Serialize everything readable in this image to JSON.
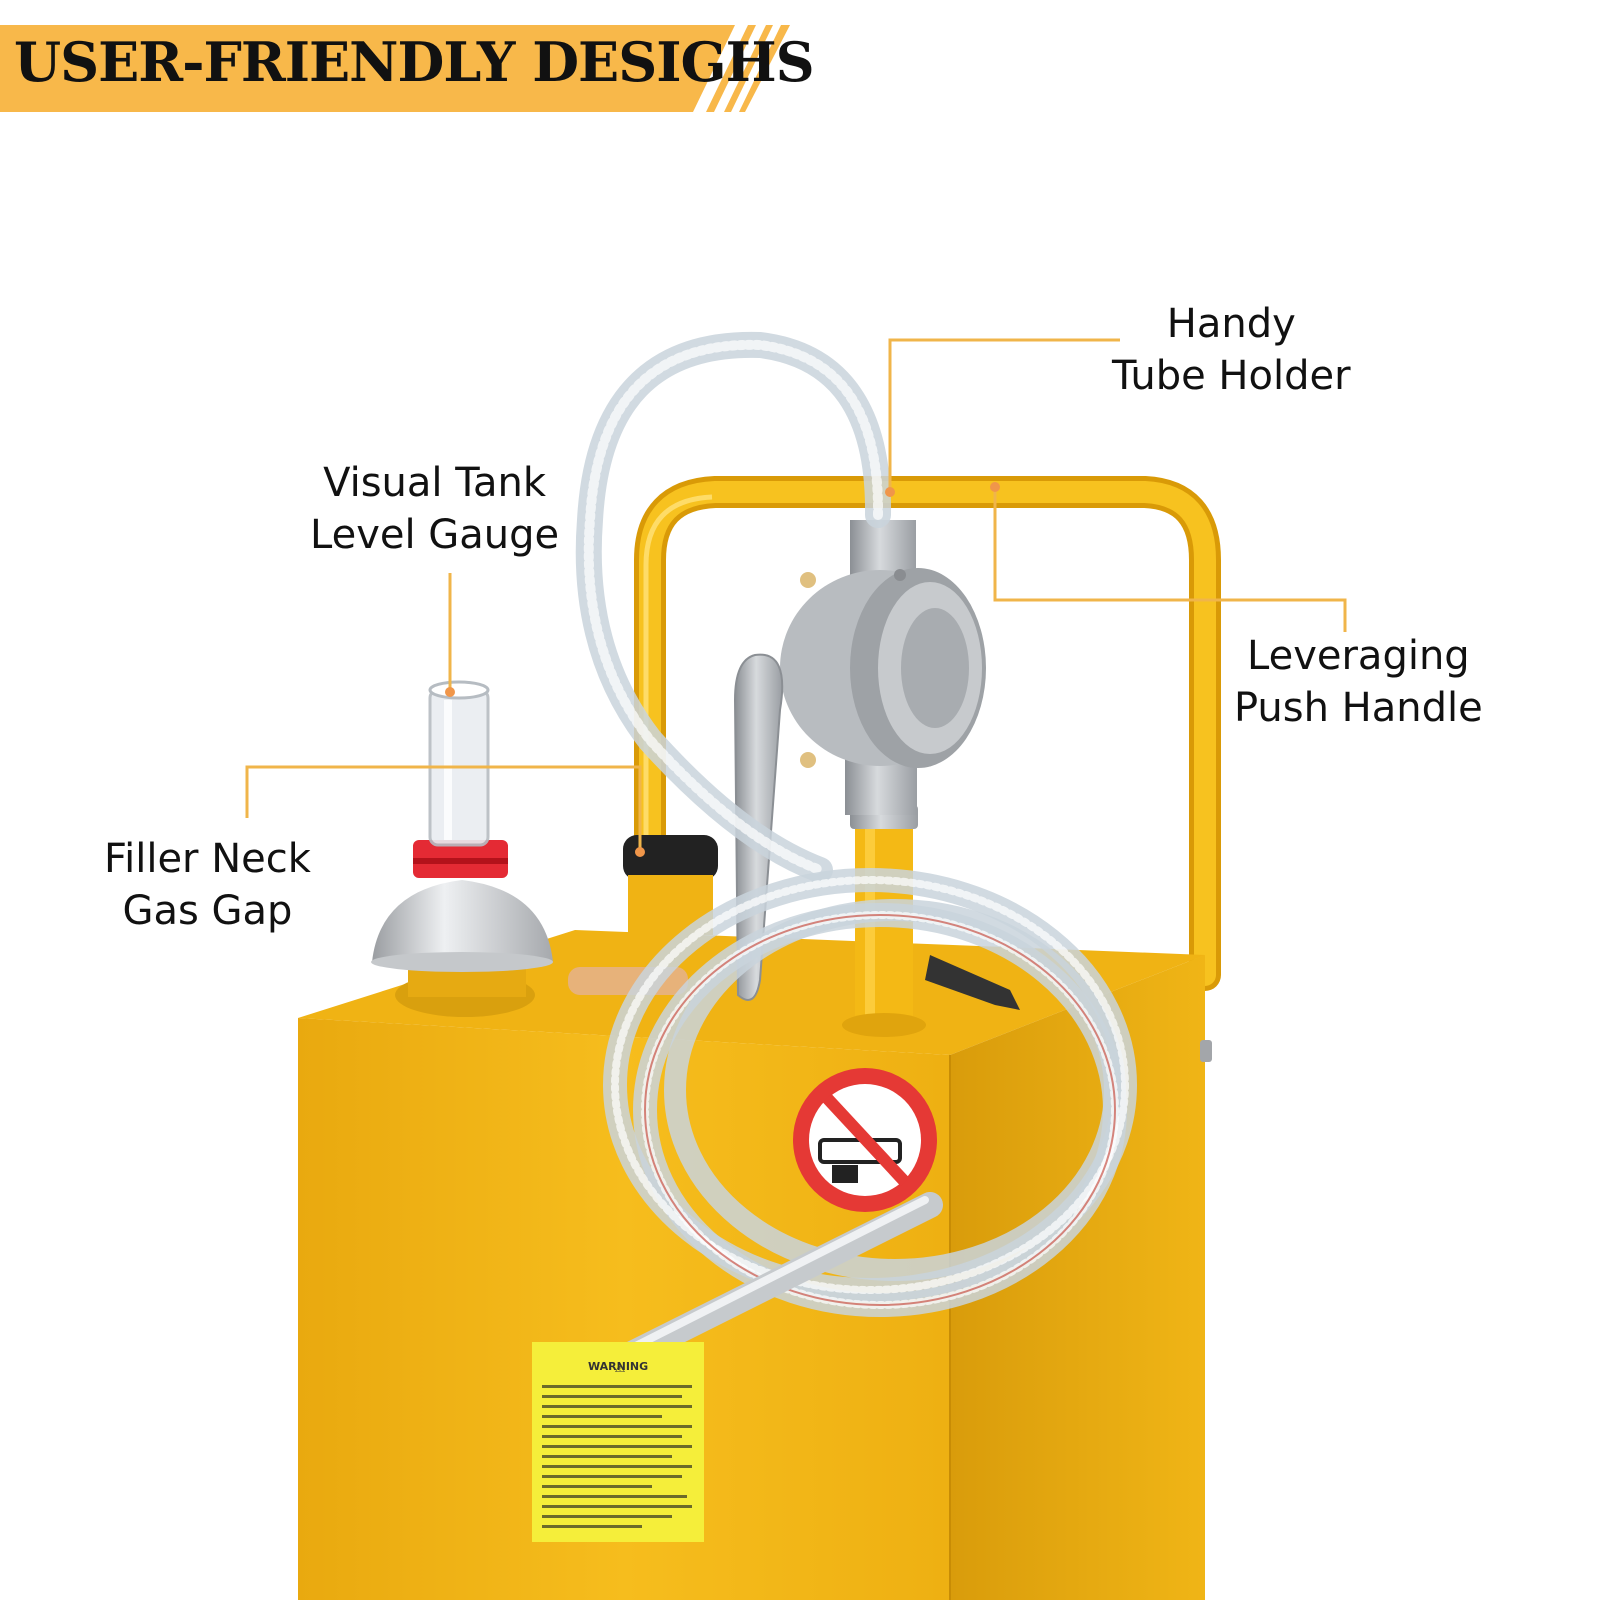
{
  "banner": {
    "title": "USER-FRIENDLY DESIGHS",
    "color": "#f8b84a"
  },
  "callouts": [
    {
      "id": "tube-holder",
      "lines": [
        "Handy",
        "Tube Holder"
      ]
    },
    {
      "id": "level-gauge",
      "lines": [
        "Visual Tank",
        "Level Gauge"
      ]
    },
    {
      "id": "push-handle",
      "lines": [
        "Leveraging",
        "Push Handle"
      ]
    },
    {
      "id": "filler-neck",
      "lines": [
        "Filler Neck",
        "Gas Gap"
      ]
    }
  ],
  "product": {
    "warning_label_heading": "WARNING",
    "tank_color": "#f2b417",
    "leader_line_color": "#f0b54a"
  }
}
